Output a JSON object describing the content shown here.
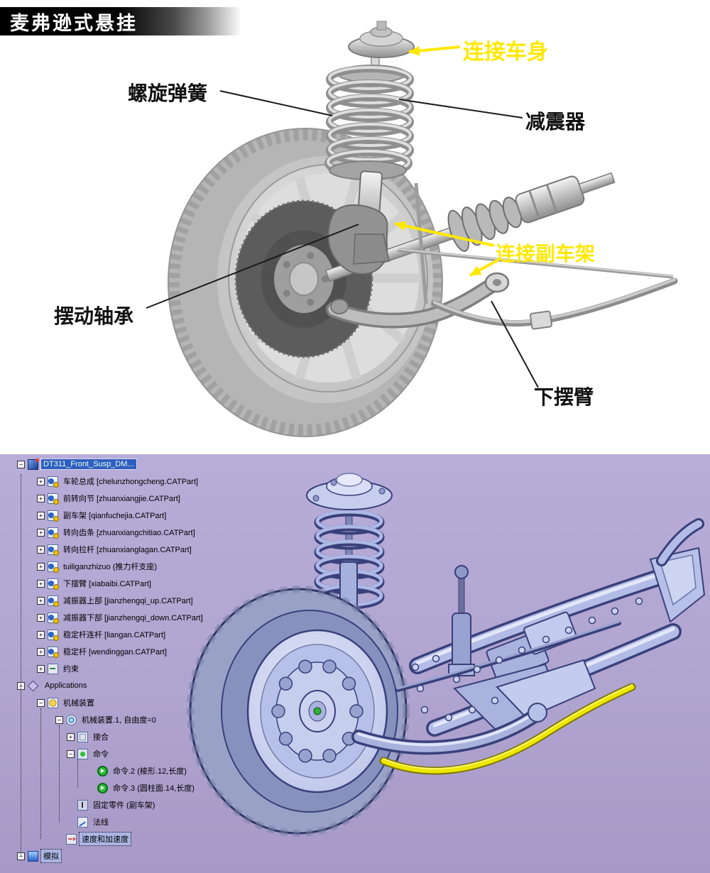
{
  "top": {
    "title": "麦弗逊式悬挂",
    "labels": {
      "body": "连接车身",
      "spring": "螺旋弹簧",
      "shock": "减震器",
      "subframe": "连接副车架",
      "bearing": "摆动轴承",
      "arm": "下摆臂"
    },
    "highlight_color": "#ffe800",
    "ink_color": "#111111"
  },
  "cad": {
    "background_color": "#b2a5d1",
    "stabilizer_color": "#ece600",
    "tree": {
      "items": [
        {
          "label": "DT311_Front_Susp_DM...",
          "indent": 0,
          "icon": "root-product-icon",
          "expand": "minus",
          "selected": "strong"
        },
        {
          "label": "车轮总成 [chelunzhongcheng.CATPart]",
          "indent": 1,
          "icon": "part-icon",
          "expand": "plus",
          "selected": null
        },
        {
          "label": "前转向节 [zhuanxiangjie.CATPart]",
          "indent": 1,
          "icon": "part-icon",
          "expand": "plus",
          "selected": null
        },
        {
          "label": "副车架 [qianfuchejia.CATPart]",
          "indent": 1,
          "icon": "part-icon",
          "expand": "plus",
          "selected": null
        },
        {
          "label": "转向齿条 [zhuanxiangchitiao.CATPart]",
          "indent": 1,
          "icon": "part-icon",
          "expand": "plus",
          "selected": null
        },
        {
          "label": "转向拉杆 [zhuanxianglagan.CATPart]",
          "indent": 1,
          "icon": "part-icon",
          "expand": "plus",
          "selected": null
        },
        {
          "label": "tuiliganzhizuo (推力杆支座)",
          "indent": 1,
          "icon": "part-icon",
          "expand": "plus",
          "selected": null
        },
        {
          "label": "下摆臂 [xiabaibi.CATPart]",
          "indent": 1,
          "icon": "part-icon",
          "expand": "plus",
          "selected": null
        },
        {
          "label": "减振器上部 [jianzhengqi_up.CATPart]",
          "indent": 1,
          "icon": "part-icon",
          "expand": "plus",
          "selected": null
        },
        {
          "label": "减振器下部 [jianzhengqi_down.CATPart]",
          "indent": 1,
          "icon": "part-icon",
          "expand": "plus",
          "selected": null
        },
        {
          "label": "稳定杆连杆 [liangan.CATPart]",
          "indent": 1,
          "icon": "part-icon",
          "expand": "plus",
          "selected": null
        },
        {
          "label": "稳定杆 [wendinggan.CATPart]",
          "indent": 1,
          "icon": "part-icon",
          "expand": "plus",
          "selected": null
        },
        {
          "label": "约束",
          "indent": 1,
          "icon": "constraints-icon",
          "expand": "plus",
          "selected": null
        },
        {
          "label": "Applications",
          "indent": 0,
          "icon": "applications-icon",
          "expand": "minus",
          "selected": null
        },
        {
          "label": "机械装置",
          "indent": 1,
          "icon": "mechanisms-icon",
          "expand": "minus",
          "selected": null
        },
        {
          "label": "机械装置.1, 自由度=0",
          "indent": 2,
          "icon": "mechanism-icon",
          "expand": "minus",
          "selected": null
        },
        {
          "label": "接合",
          "indent": 3,
          "icon": "joints-icon",
          "expand": "plus",
          "selected": null
        },
        {
          "label": "命令",
          "indent": 3,
          "icon": "commands-icon",
          "expand": "minus",
          "selected": null
        },
        {
          "label": "命令.2 (棱形.12,长度)",
          "indent": 4,
          "icon": "command-icon",
          "expand": "none",
          "selected": null
        },
        {
          "label": "命令.3 (圆柱面.14,长度)",
          "indent": 4,
          "icon": "command-icon",
          "expand": "none",
          "selected": null
        },
        {
          "label": "固定零件 (副车架)",
          "indent": 3,
          "icon": "fixed-part-icon",
          "expand": "none",
          "selected": null
        },
        {
          "label": "法线",
          "indent": 3,
          "icon": "laws-icon",
          "expand": "none",
          "selected": null
        },
        {
          "label": "速度和加速度",
          "indent": 2,
          "icon": "speeds-icon",
          "expand": "none",
          "selected": "soft"
        },
        {
          "label": "模拟",
          "indent": 0,
          "icon": "simulation-icon",
          "expand": "minus",
          "selected": "soft"
        }
      ]
    }
  }
}
